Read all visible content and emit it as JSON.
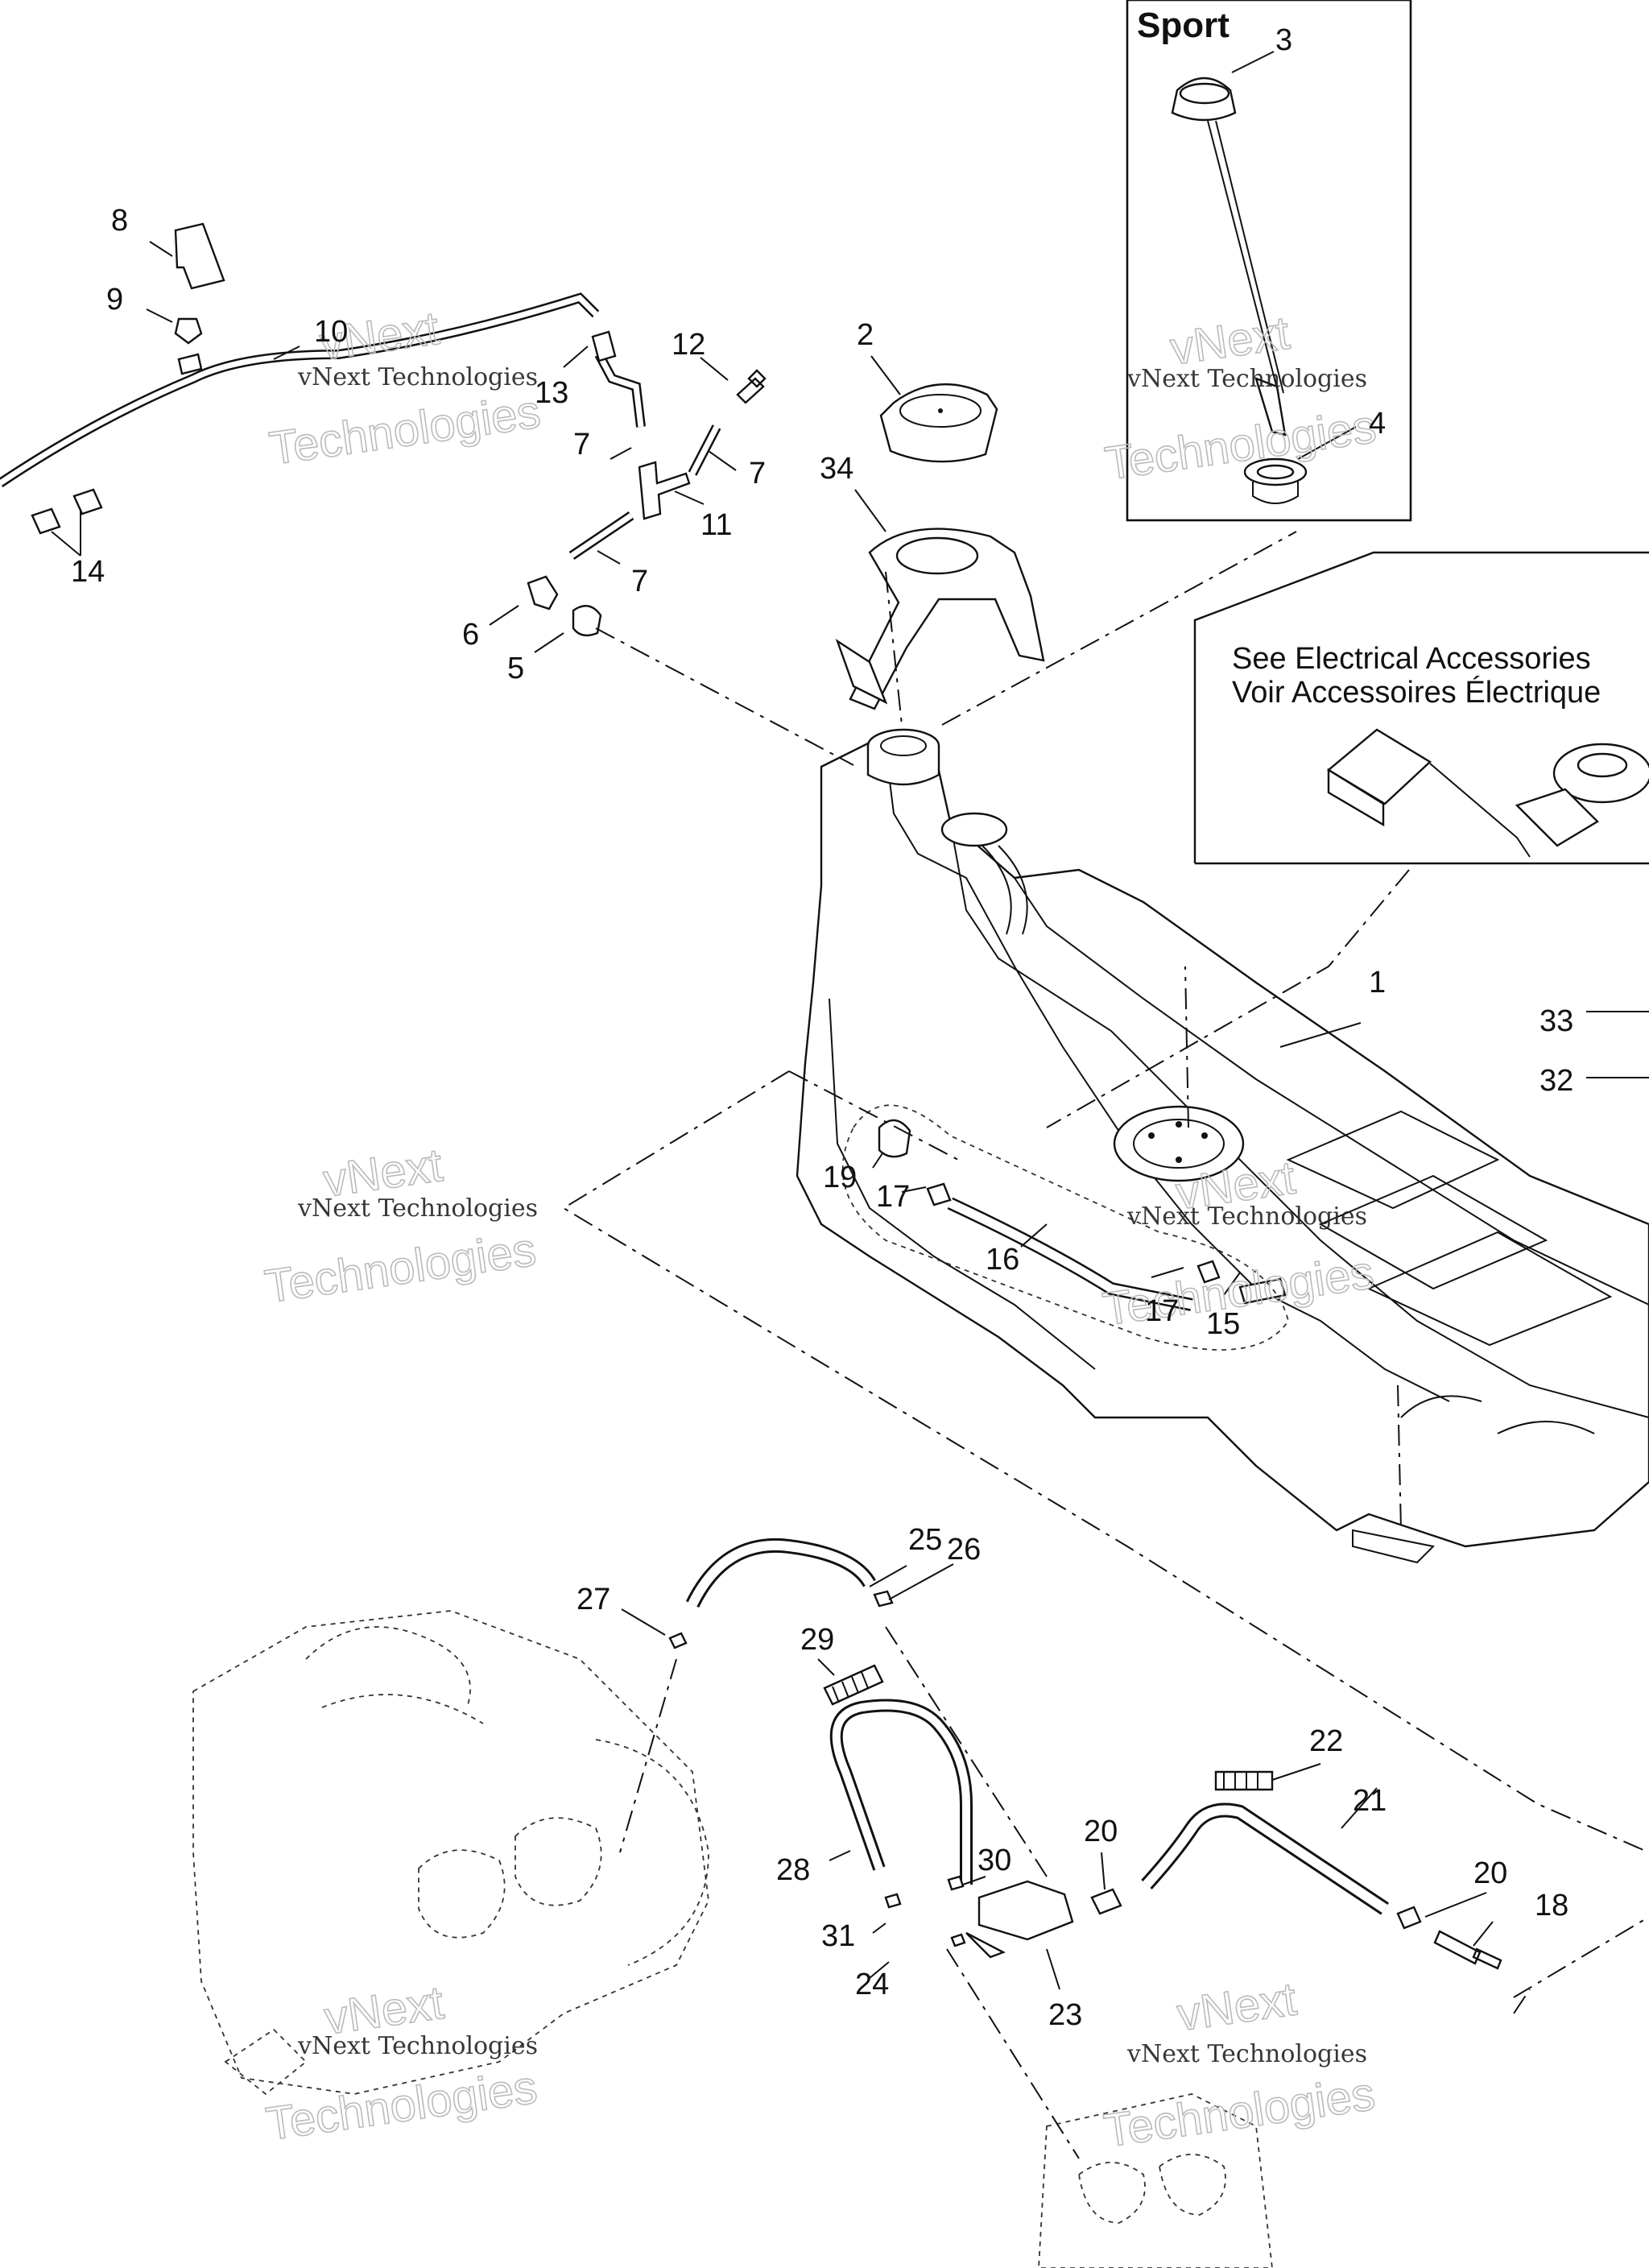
{
  "inset_sport": {
    "title": "Sport"
  },
  "electrical_note": {
    "line1": "See Electrical Accessories",
    "line2": "Voir Accessoires Électrique"
  },
  "watermark": {
    "line1": "vNext Technologies",
    "line2": "Technologies",
    "top": "vNext"
  },
  "callouts": {
    "c1": "1",
    "c2": "2",
    "c3": "3",
    "c4": "4",
    "c5": "5",
    "c6": "6",
    "c7a": "7",
    "c7b": "7",
    "c7c": "7",
    "c8": "8",
    "c9": "9",
    "c10": "10",
    "c11": "11",
    "c12": "12",
    "c13": "13",
    "c14": "14",
    "c15": "15",
    "c16": "16",
    "c17a": "17",
    "c17b": "17",
    "c18": "18",
    "c19": "19",
    "c20a": "20",
    "c20b": "20",
    "c21": "21",
    "c22": "22",
    "c23": "23",
    "c24": "24",
    "c25": "25",
    "c26": "26",
    "c27": "27",
    "c28": "28",
    "c29": "29",
    "c30": "30",
    "c31": "31",
    "c32": "32",
    "c33": "33",
    "c34": "34"
  }
}
